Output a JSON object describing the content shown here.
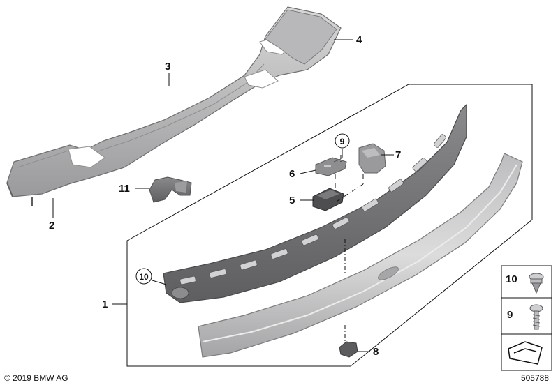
{
  "diagram": {
    "callouts": [
      "1",
      "2",
      "3",
      "4",
      "5",
      "6",
      "7",
      "8",
      "9",
      "10",
      "11"
    ],
    "legend": {
      "top": "10",
      "middle": "9"
    },
    "copyright": "© 2019 BMW AG",
    "figure_number": "505788"
  },
  "colors": {
    "part_light": "#c4c4c6",
    "part_mid": "#a9a9ab",
    "part_dark": "#6e6e70",
    "line": "#111111"
  }
}
